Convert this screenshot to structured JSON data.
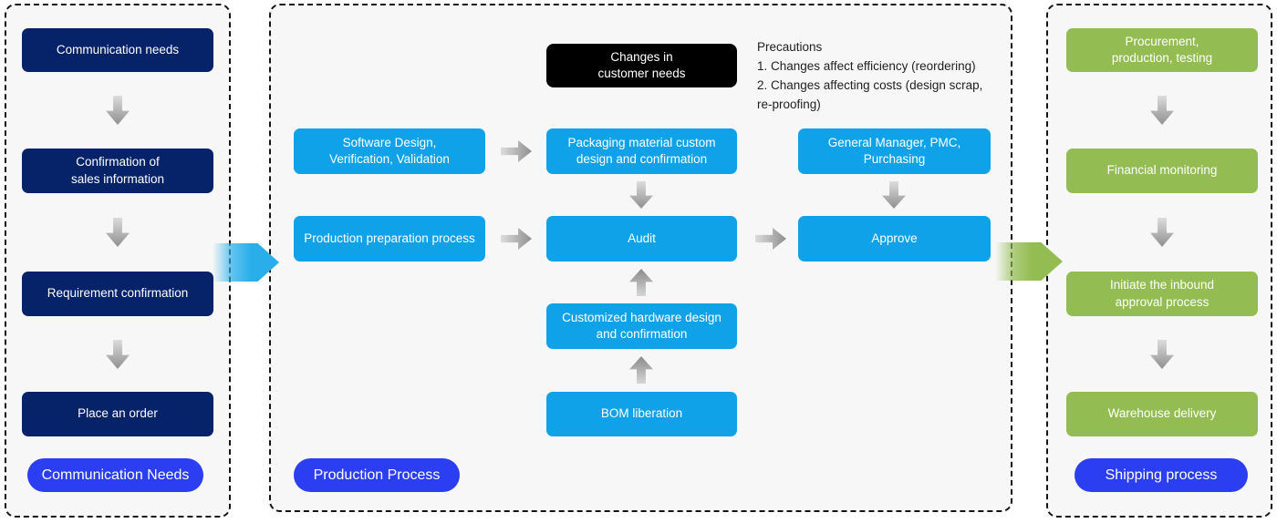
{
  "left_panel": {
    "steps": [
      {
        "label": "Communication needs"
      },
      {
        "label": "Confirmation of\nsales information"
      },
      {
        "label": "Requirement confirmation"
      },
      {
        "label": "Place an order"
      }
    ],
    "badge": "Communication Needs"
  },
  "middle_panel": {
    "change_box": "Changes in\ncustomer needs",
    "precautions": "Precautions\n1. Changes affect efficiency (reordering)\n2. Changes affecting costs (design scrap,\nre-proofing)",
    "software_box": "Software Design,\nVerification, Validation",
    "packaging_box": "Packaging material custom\ndesign and confirmation",
    "manager_box": "General Manager, PMC,\nPurchasing",
    "preparation_box": "Production preparation process",
    "audit_box": "Audit",
    "approve_box": "Approve",
    "hardware_box": "Customized hardware design\nand confirmation",
    "bom_box": "BOM liberation",
    "badge": "Production Process"
  },
  "right_panel": {
    "steps": [
      {
        "label": "Procurement,\nproduction, testing"
      },
      {
        "label": "Financial monitoring"
      },
      {
        "label": "Initiate the inbound\napproval process"
      },
      {
        "label": "Warehouse delivery"
      }
    ],
    "badge": "Shipping process"
  },
  "colors": {
    "navy_box": "#062269",
    "blue_box": "#10a2e8",
    "green_box": "#93bc52",
    "black_box": "#000000",
    "badge_blue": "#2c3ef2",
    "panel_background": "#f7f7f7",
    "arrow_gray": "#8f8f8f"
  }
}
